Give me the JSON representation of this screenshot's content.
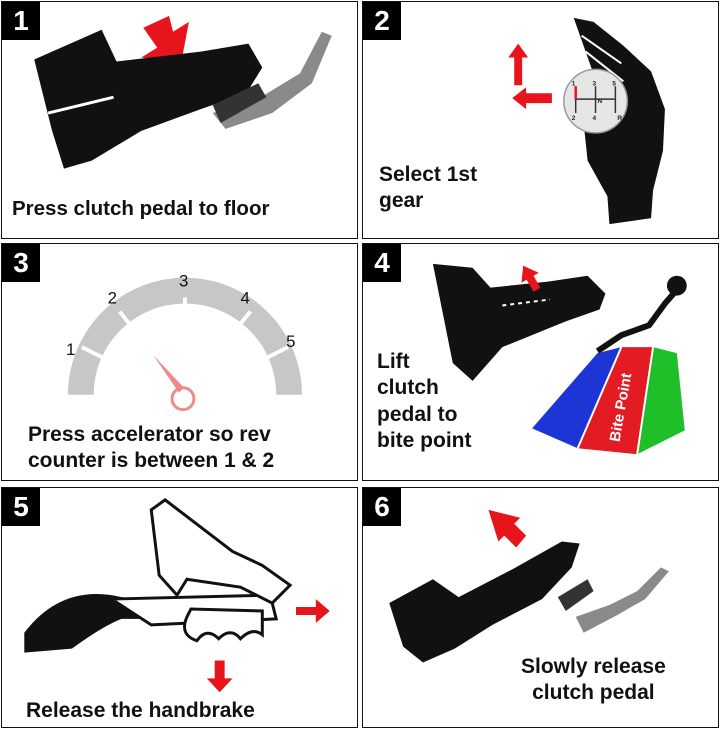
{
  "steps": [
    {
      "number": "1",
      "caption": "Press clutch pedal to floor"
    },
    {
      "number": "2",
      "caption_lines": [
        "Select 1st",
        "gear"
      ]
    },
    {
      "number": "3",
      "caption_lines": [
        "Press accelerator so rev",
        "counter is between 1 & 2"
      ],
      "gauge_labels": [
        "1",
        "2",
        "3",
        "4",
        "5"
      ]
    },
    {
      "number": "4",
      "caption_lines": [
        "Lift",
        "clutch",
        "pedal to",
        "bite point"
      ],
      "zone_label": "Bite Point"
    },
    {
      "number": "5",
      "caption": "Release the handbrake"
    },
    {
      "number": "6",
      "caption_lines": [
        "Slowly release",
        "clutch pedal"
      ]
    }
  ],
  "gear_knob_labels": [
    "1",
    "3",
    "5",
    "N",
    "2",
    "4",
    "R"
  ],
  "colors": {
    "arrow": "#e8141b",
    "gauge": "#c7c7c7",
    "needle": "#f08a8a",
    "zone_blue": "#1e35d6",
    "zone_red": "#e31b23",
    "zone_green": "#1fbf2a",
    "pedal": "#8a8a8a"
  }
}
